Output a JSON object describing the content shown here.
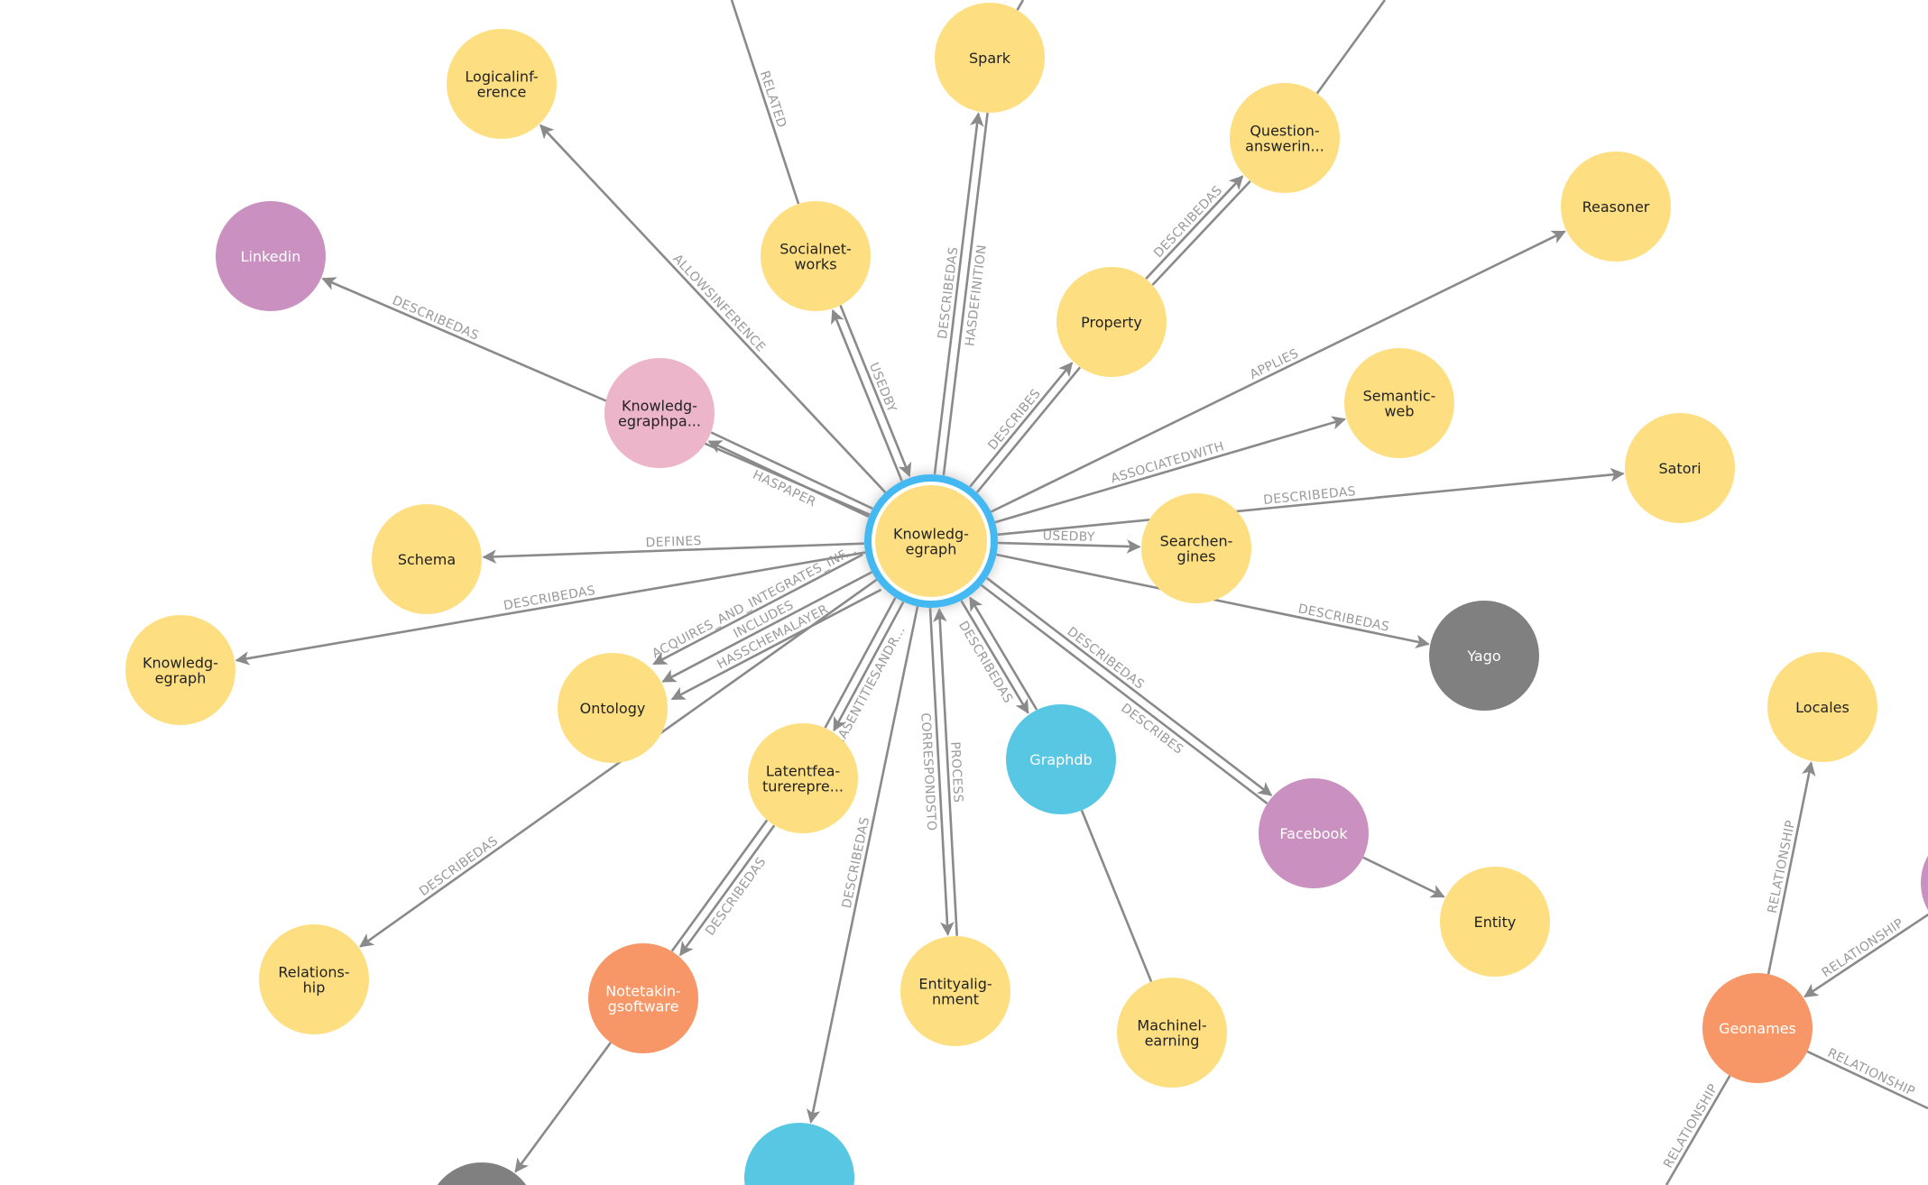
{
  "colors": {
    "yellow": "#fddf82",
    "purple": "#c990c0",
    "pink": "#ecb5c9",
    "gray": "#808080",
    "blue": "#57c7e3",
    "orange": "#f79767",
    "selected_ring": "#44b9f1",
    "edge": "#8a8a8a"
  },
  "nodes": [
    {
      "id": "center",
      "label": "Knowledg-\negraph",
      "color": "yellow",
      "selected": true
    },
    {
      "id": "logicalinference",
      "label": "Logicalinf-\nerence",
      "color": "yellow"
    },
    {
      "id": "spark",
      "label": "Spark",
      "color": "yellow"
    },
    {
      "id": "question",
      "label": "Question-\nanswerin...",
      "color": "yellow"
    },
    {
      "id": "reasoner",
      "label": "Reasoner",
      "color": "yellow"
    },
    {
      "id": "linkedin",
      "label": "Linkedin",
      "color": "purple"
    },
    {
      "id": "socialnetworks",
      "label": "Socialnet-\nworks",
      "color": "yellow"
    },
    {
      "id": "property",
      "label": "Property",
      "color": "yellow"
    },
    {
      "id": "semanticweb",
      "label": "Semantic-\nweb",
      "color": "yellow"
    },
    {
      "id": "kgpaper",
      "label": "Knowledg-\negraphpa...",
      "color": "pink"
    },
    {
      "id": "satori",
      "label": "Satori",
      "color": "yellow"
    },
    {
      "id": "schema",
      "label": "Schema",
      "color": "yellow"
    },
    {
      "id": "searchengines",
      "label": "Searchen-\ngines",
      "color": "yellow"
    },
    {
      "id": "yago",
      "label": "Yago",
      "color": "gray"
    },
    {
      "id": "kgleft",
      "label": "Knowledg-\negraph",
      "color": "yellow"
    },
    {
      "id": "ontology",
      "label": "Ontology",
      "color": "yellow"
    },
    {
      "id": "locales",
      "label": "Locales",
      "color": "yellow"
    },
    {
      "id": "latent",
      "label": "Latentfea-\nturerepre...",
      "color": "yellow"
    },
    {
      "id": "graphdb",
      "label": "Graphdb",
      "color": "blue"
    },
    {
      "id": "facebook",
      "label": "Facebook",
      "color": "purple"
    },
    {
      "id": "entity",
      "label": "Entity",
      "color": "yellow"
    },
    {
      "id": "relationship",
      "label": "Relations-\nhip",
      "color": "yellow"
    },
    {
      "id": "notetaking",
      "label": "Notetakin-\ngsoftware",
      "color": "orange"
    },
    {
      "id": "entityalign",
      "label": "Entityalig-\nnment",
      "color": "yellow"
    },
    {
      "id": "machinelearning",
      "label": "Machinel-\nearning",
      "color": "yellow"
    },
    {
      "id": "geonames",
      "label": "Geonames",
      "color": "orange"
    },
    {
      "id": "purpleright",
      "label": "",
      "color": "purple"
    },
    {
      "id": "graybottom",
      "label": "",
      "color": "gray"
    },
    {
      "id": "bluebottom",
      "label": "",
      "color": "blue"
    }
  ],
  "edges": [
    {
      "from": "center",
      "to": "logicalinference",
      "label": "ALLOWSINFERENCE",
      "arrow": true
    },
    {
      "from": "center",
      "to": "spark",
      "label": "DESCRIBEDAS",
      "arrow": true
    },
    {
      "from": "center",
      "to": "spark",
      "label": "HASDEFINITION",
      "arrow": false
    },
    {
      "from": "spark",
      "to": "sparktop",
      "arrow": false
    },
    {
      "from": "center",
      "to": "socialnetworks",
      "arrow": true
    },
    {
      "from": "socialnetworks",
      "to": "center",
      "label": "USEDBY",
      "arrow": true
    },
    {
      "from": "socialnetworks",
      "to": "socialtop",
      "label": "RELATED",
      "arrow": false
    },
    {
      "from": "center",
      "to": "property",
      "label": "DESCRIBES",
      "arrow": true
    },
    {
      "from": "center",
      "to": "property",
      "arrow": false
    },
    {
      "from": "property",
      "to": "question",
      "label": "DESCRIBEDAS",
      "arrow": true
    },
    {
      "from": "property",
      "to": "question",
      "arrow": false
    },
    {
      "from": "question",
      "to": "questiontop",
      "arrow": false
    },
    {
      "from": "center",
      "to": "reasoner",
      "label": "APPLIES",
      "arrow": true
    },
    {
      "from": "center",
      "to": "linkedin",
      "label": "DESCRIBEDAS",
      "arrow": true
    },
    {
      "from": "center",
      "to": "kgpaper",
      "label": "HASPAPER",
      "arrow": true
    },
    {
      "from": "center",
      "to": "kgpaper",
      "arrow": false
    },
    {
      "from": "center",
      "to": "semanticweb",
      "label": "ASSOCIATEDWITH",
      "arrow": true
    },
    {
      "from": "center",
      "to": "satori",
      "label": "DESCRIBEDAS",
      "arrow": true
    },
    {
      "from": "center",
      "to": "searchengines",
      "label": "USEDBY",
      "arrow": true
    },
    {
      "from": "center",
      "to": "yago",
      "label": "DESCRIBEDAS",
      "arrow": true
    },
    {
      "from": "center",
      "to": "schema",
      "label": "DEFINES",
      "arrow": true
    },
    {
      "from": "center",
      "to": "kgleft",
      "label": "DESCRIBEDAS",
      "arrow": true
    },
    {
      "from": "center",
      "to": "ontology",
      "label": "HASSCHEMALAYER",
      "arrow": true
    },
    {
      "from": "center",
      "to": "ontology",
      "label": "INCLUDES",
      "arrow": true
    },
    {
      "from": "center",
      "to": "ontology",
      "label": "ACQUIRES_AND_INTEGRATES_INF...",
      "arrow": true
    },
    {
      "from": "center",
      "to": "relationship",
      "label": "DESCRIBEDAS",
      "arrow": true
    },
    {
      "from": "center",
      "to": "latent",
      "label": "HASENTITIESANDR...",
      "arrow": true
    },
    {
      "from": "center",
      "to": "latent",
      "arrow": false
    },
    {
      "from": "center",
      "to": "bluebottom",
      "label": "DESCRIBEDAS",
      "arrow": true
    },
    {
      "from": "entityalign",
      "to": "center",
      "label": "PROCESS",
      "arrow": true
    },
    {
      "from": "center",
      "to": "entityalign",
      "label": "CORRESPONDSTO",
      "arrow": true
    },
    {
      "from": "graphdb",
      "to": "center",
      "arrow": true
    },
    {
      "from": "center",
      "to": "graphdb",
      "label": "DESCRIBEDAS",
      "arrow": true
    },
    {
      "from": "center",
      "to": "facebook",
      "label": "DESCRIBEDAS",
      "arrow": true
    },
    {
      "from": "center",
      "to": "facebook",
      "label": "DESCRIBES",
      "arrow": false
    },
    {
      "from": "facebook",
      "to": "entity",
      "arrow": true
    },
    {
      "from": "graphdb",
      "to": "machinelearning",
      "arrow": false
    },
    {
      "from": "latent",
      "to": "notetaking",
      "label": "DESCRIBEDAS",
      "arrow": true
    },
    {
      "from": "latent",
      "to": "notetaking",
      "arrow": false
    },
    {
      "from": "notetaking",
      "to": "graybottom",
      "arrow": true
    },
    {
      "from": "geonames",
      "to": "locales",
      "label": "RELATIONSHIP",
      "arrow": true
    },
    {
      "from": "purpleright",
      "to": "geonames",
      "label": "RELATIONSHIP",
      "arrow": true
    },
    {
      "from": "geonames",
      "to": "georightoff",
      "label": "RELATIONSHIP",
      "arrow": false
    },
    {
      "from": "geonames",
      "to": "geodownoff",
      "label": "RELATIONSHIP",
      "arrow": false
    }
  ]
}
